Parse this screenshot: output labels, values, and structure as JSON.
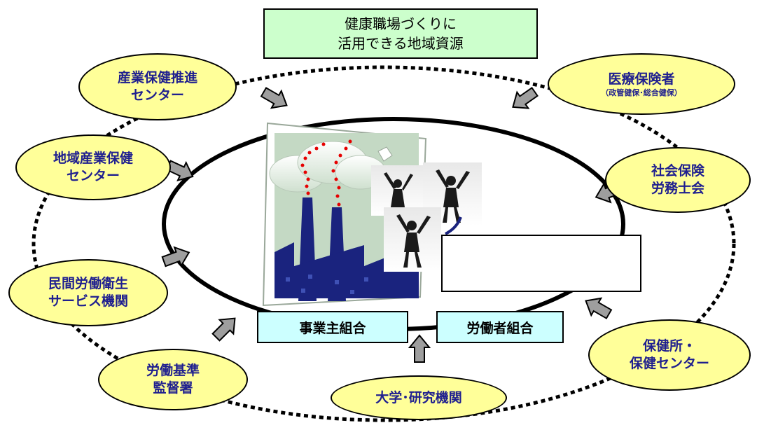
{
  "title": {
    "line1": "健康職場づくりに",
    "line2": "活用できる地域資源"
  },
  "nodes": [
    {
      "line1": "産業保健推進",
      "line2": "センター"
    },
    {
      "line1": "医療保険者",
      "sub": "（政管健保･総合健保）"
    },
    {
      "line1": "地域産業保健",
      "line2": "センター"
    },
    {
      "line1": "社会保険",
      "line2": "労務士会"
    },
    {
      "line1": "民間労働衛生",
      "line2": "サービス機関"
    },
    {
      "line1": "労働基準",
      "line2": "監督署"
    },
    {
      "line1": "大学･研究機関"
    },
    {
      "line1": "保健所・",
      "line2": "保健センター"
    }
  ],
  "unions": {
    "employer": "事業主組合",
    "worker": "労働者組合"
  },
  "colors": {
    "node_fill": "#ffff99",
    "node_text": "#1f1f8f",
    "title_fill": "#ccffcc",
    "union_fill": "#ccffff",
    "factory": "#1a237e",
    "arrow": "#9e9e9e"
  },
  "icons": {
    "factory": "factory-illustration",
    "people": "cheering-people-photos",
    "arrow": "block-arrow-icon"
  }
}
